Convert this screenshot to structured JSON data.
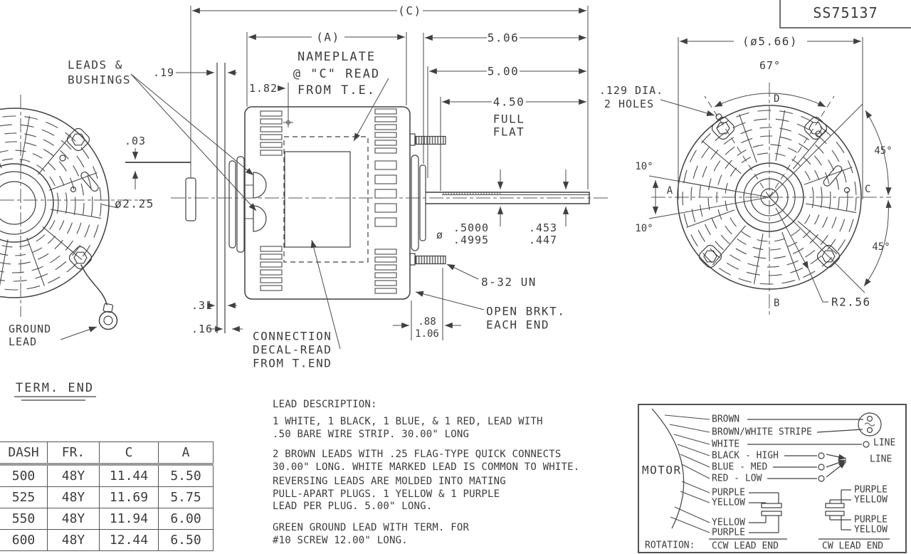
{
  "colors": {
    "ink": "#3c3c3c",
    "dim_line": "#4a4a4a",
    "table_rule": "#9a9a9a",
    "background": "#ffffff"
  },
  "title_block": {
    "part_number": "SS75137"
  },
  "term_end_view": {
    "callout_leads_line1": "LEADS &",
    "callout_leads_line2": "BUSHINGS",
    "ground_line1": "GROUND",
    "ground_line2": "LEAD",
    "view_label": "TERM. END"
  },
  "side_view": {
    "dim_c": "(C)",
    "dim_a": "(A)",
    "dim_gap": ".19",
    "dim_lead_exit": "1.82",
    "nameplate_line1": "NAMEPLATE",
    "nameplate_line2": "@ \"C\" READ",
    "nameplate_line3": "FROM T.E.",
    "dim_shaft_overall": "5.06",
    "dim_shaft": "5.00",
    "dim_flat": "4.50",
    "flat_note_line1": "FULL",
    "flat_note_line2": "FLAT",
    "dim_hub_offset": ".03",
    "dim_hub_dia": "ø2.25",
    "shaft_dia_symbol": "ø",
    "shaft_dia_max": ".5000",
    "shaft_dia_min": ".4995",
    "flat_depth_max": ".453",
    "flat_depth_min": ".447",
    "stud_spec": "8-32 UN",
    "bracket_line1": "OPEN BRKT.",
    "bracket_line2": "EACH END",
    "dim_band_outer": ".31",
    "dim_band_inner": ".16",
    "dim_stud_min": ".88",
    "dim_stud_max": "1.06",
    "decal_line1": "CONNECTION",
    "decal_line2": "DECAL-READ",
    "decal_line3": "FROM T.END"
  },
  "lead_end_view": {
    "dim_dia": "(ø5.66)",
    "dim_bolt_angle": "67°",
    "holes_line1": ".129 DIA.",
    "holes_line2": "2 HOLES",
    "axis_a": "A",
    "axis_b": "B",
    "axis_c": "C",
    "axis_d": "D",
    "angle_upper": "10°",
    "angle_lower": "10°",
    "angle_ne": "45°",
    "angle_se": "45°",
    "radius": "R2.56"
  },
  "specs_table": {
    "headers": [
      "DASH",
      "FR.",
      "C",
      "A"
    ],
    "rows": [
      [
        "500",
        "48Y",
        "11.44",
        "5.50"
      ],
      [
        "525",
        "48Y",
        "11.69",
        "5.75"
      ],
      [
        "550",
        "48Y",
        "11.94",
        "6.00"
      ],
      [
        "600",
        "48Y",
        "12.44",
        "6.50"
      ]
    ]
  },
  "lead_description": {
    "title": "LEAD DESCRIPTION:",
    "p1_line1": "1 WHITE, 1 BLACK, 1 BLUE, & 1 RED, LEAD WITH",
    "p1_line2": ".50 BARE WIRE STRIP. 30.00\" LONG",
    "p2_line1": "2 BROWN LEADS WITH .25 FLAG-TYPE QUICK CONNECTS",
    "p2_line2": "30.00\" LONG. WHITE MARKED LEAD IS COMMON TO WHITE.",
    "p3_line1": "REVERSING LEADS ARE MOLDED INTO MATING",
    "p3_line2": "PULL-APART PLUGS. 1 YELLOW & 1 PURPLE",
    "p3_line3": "LEAD PER PLUG. 5.00\" LONG.",
    "p4_line1": "GREEN GROUND LEAD WITH TERM. FOR",
    "p4_line2": "#10 SCREW 12.00\" LONG."
  },
  "wiring_diagram": {
    "motor_label": "MOTOR",
    "leads": [
      "BROWN",
      "BROWN/WHITE STRIPE",
      "WHITE",
      "BLACK - HIGH",
      "BLUE - MED",
      "RED - LOW",
      "PURPLE",
      "YELLOW",
      "YELLOW",
      "PURPLE"
    ],
    "line_top": "LINE",
    "line_bottom": "LINE",
    "right_leads": [
      "PURPLE",
      "YELLOW",
      "PURPLE",
      "YELLOW"
    ],
    "rotation_label": "ROTATION:",
    "rotation_ccw": "CCW LEAD END",
    "rotation_cw": "CW LEAD END"
  }
}
